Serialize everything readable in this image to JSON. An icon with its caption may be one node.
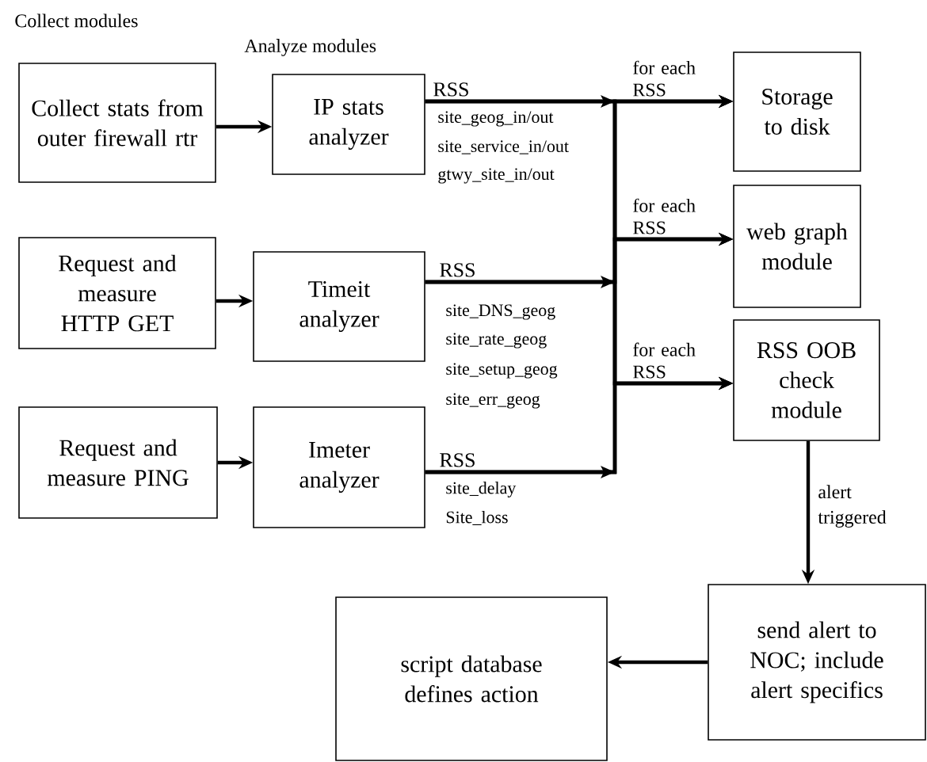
{
  "diagram": {
    "nodes": [
      {
        "text": [
          "Collect stats from outer firewall rtr"
        ]
      },
      {
        "text": [
          "IP stats analyzer"
        ]
      },
      {
        "text": [
          "Request and measure HTTP GET"
        ]
      },
      {
        "text": [
          "Timeit analyzer"
        ]
      },
      {
        "text": [
          "Request and measure PING"
        ]
      },
      {
        "text": [
          "Imeter analyzer"
        ]
      },
      {
        "text": [
          "Storage to disk"
        ]
      },
      {
        "text": [
          "web graph module"
        ]
      },
      {
        "text": [
          "RSS OOB check module"
        ]
      },
      {
        "text": [
          "send alert to NOC; include alert specifics"
        ]
      },
      {
        "text": [
          "script database defines action"
        ]
      }
    ],
    "edges": [
      {
        "from": 0,
        "to": 1,
        "arrow": "to"
      },
      {
        "from": 2,
        "to": 3,
        "arrow": "to"
      },
      {
        "from": 4,
        "to": 5,
        "arrow": "to"
      },
      {
        "from": 1,
        "to": 6,
        "arrow": "to",
        "label": "RSS"
      },
      {
        "from": 1,
        "to": 7,
        "arrow": "to"
      },
      {
        "from": 1,
        "to": 8,
        "arrow": "to",
        "label": "for each RSS"
      },
      {
        "from": 3,
        "to": 6,
        "arrow": "to",
        "label": "for each RSS"
      },
      {
        "from": 3,
        "to": 7,
        "arrow": "to",
        "label": "RSS"
      },
      {
        "from": 3,
        "to": 8,
        "arrow": "to"
      },
      {
        "from": 5,
        "to": 6,
        "arrow": "to"
      },
      {
        "from": 5,
        "to": 7,
        "arrow": "to",
        "label": "for each RSS"
      },
      {
        "from": 5,
        "to": 8,
        "arrow": "to",
        "label": "RSS"
      },
      {
        "from": 8,
        "to": 9,
        "arrow": "to",
        "label": "alert triggered"
      },
      {
        "from": 9,
        "to": 10,
        "arrow": "to"
      }
    ],
    "labels": [
      "Collect modules",
      "Analyze modules",
      "site_geog_in/out",
      "site_service_in/out",
      "gtwy_site_in/out",
      "site_DNS_geog",
      "site_rate_geog",
      "site_setup_geog",
      "site_err_geog",
      "site_delay",
      "Site_loss"
    ]
  }
}
